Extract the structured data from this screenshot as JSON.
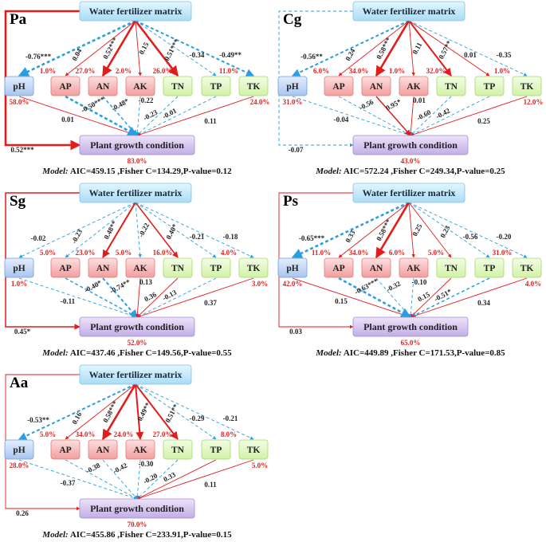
{
  "colors": {
    "positive": "#e41b1b",
    "negative": "#2a9fe0",
    "pct_text": "#e02020",
    "top_fill": "#c9ebfb",
    "ph_fill": "#c7dbf6",
    "a_fill": "#f8bcbc",
    "t_fill": "#e4f8c6",
    "plant_fill": "#d8c6ef"
  },
  "labels": {
    "top": "Water fertilizer matrix",
    "bottom": "Plant growth condition",
    "vars": [
      "pH",
      "AP",
      "AN",
      "AK",
      "TN",
      "TP",
      "TK"
    ]
  },
  "panels": [
    {
      "id": "Pa",
      "name": "Pa",
      "top_coefs": [
        "-0.76***",
        "0.04",
        "0.52***",
        "0.15",
        "0.51***",
        "-0.34",
        "-0.49**"
      ],
      "top_sign": [
        "neg",
        "pos",
        "pos",
        "pos",
        "pos",
        "neg",
        "neg"
      ],
      "pcts": [
        "58.0%",
        "1.0%",
        "27.0%",
        "2.0%",
        "26.0%",
        "",
        "11.0%",
        "24.0%"
      ],
      "bottom_coefs": [
        "0.01",
        "-0.50***",
        "-0.48*",
        "-0.22",
        "-0.23",
        "-0.01",
        "0.11"
      ],
      "bottom_sign": [
        "pos",
        "neg",
        "neg",
        "neg",
        "neg",
        "neg",
        "pos"
      ],
      "direct": "0.52***",
      "direct_sign": "pos",
      "plant_pct": "83.0%",
      "model_prefix": "Model:",
      "model_text": " AIC=459.15 ,Fisher C=134.29,P-value=0.12"
    },
    {
      "id": "Cg",
      "name": "Cg",
      "top_coefs": [
        "-0.56**",
        "0.24",
        "0.58***",
        "0.11",
        "0.57**",
        "0.01",
        "-0.35"
      ],
      "top_sign": [
        "neg",
        "pos",
        "pos",
        "pos",
        "pos",
        "pos",
        "neg"
      ],
      "pcts": [
        "31.0%",
        "6.0%",
        "34.0%",
        "1.0%",
        "32.0%",
        "",
        "1.0%",
        "12.0%"
      ],
      "bottom_coefs": [
        "-0.04",
        "-0.56",
        "0.95*",
        "0.01",
        "-0.60",
        "-0.42",
        "0.25"
      ],
      "bottom_sign": [
        "neg",
        "neg",
        "pos",
        "pos",
        "neg",
        "neg",
        "pos"
      ],
      "direct": "-0.07",
      "direct_sign": "neg",
      "plant_pct": "43.0%",
      "model_prefix": "Model:",
      "model_text": " AIC=572.24 ,Fisher C=249.34,P-value=0.25"
    },
    {
      "id": "Sg",
      "name": "Sg",
      "top_coefs": [
        "-0.02",
        "-0.23",
        "0.48**",
        "-0.22",
        "0.40*",
        "-0.21",
        "-0.18"
      ],
      "top_sign": [
        "neg",
        "neg",
        "pos",
        "neg",
        "pos",
        "neg",
        "neg"
      ],
      "pcts": [
        "1.0%",
        "5.0%",
        "23.0%",
        "5.0%",
        "16.0%",
        "",
        "4.0%",
        "3.0%"
      ],
      "bottom_coefs": [
        "-0.11",
        "-0.40*",
        "-0.74**",
        "0.13",
        "0.36",
        "-0.13",
        "0.37"
      ],
      "bottom_sign": [
        "neg",
        "neg",
        "neg",
        "pos",
        "pos",
        "neg",
        "pos"
      ],
      "direct": "0.45*",
      "direct_sign": "pos",
      "plant_pct": "52.0%",
      "model_prefix": "Model:",
      "model_text": " AIC=437.46 ,Fisher C=149.56,P-value=0.55"
    },
    {
      "id": "Ps",
      "name": "Ps",
      "top_coefs": [
        "-0.65***",
        "0.33",
        "0.58***",
        "0.25",
        "0.23",
        "-0.56",
        "-0.20"
      ],
      "top_sign": [
        "neg",
        "pos",
        "pos",
        "pos",
        "pos",
        "neg",
        "neg"
      ],
      "pcts": [
        "42.0%",
        "11.0%",
        "34.0%",
        "6.0%",
        "5.0%",
        "",
        "31.0%",
        "4.0%"
      ],
      "bottom_coefs": [
        "0.15",
        "-0.63***",
        "-0.32",
        "-0.10",
        "0.15",
        "-0.51*",
        "0.34"
      ],
      "bottom_sign": [
        "pos",
        "neg",
        "neg",
        "neg",
        "pos",
        "neg",
        "pos"
      ],
      "direct": "0.03",
      "direct_sign": "pos",
      "plant_pct": "65.0%",
      "model_prefix": "Model:",
      "model_text": " AIC=449.89 ,Fisher C=171.53,P-value=0.85"
    },
    {
      "id": "Aa",
      "name": "Aa",
      "top_coefs": [
        "-0.53**",
        "0.16",
        "0.58***",
        "0.49**",
        "0.51**",
        "-0.29",
        "-0.21"
      ],
      "top_sign": [
        "neg",
        "pos",
        "pos",
        "pos",
        "pos",
        "neg",
        "neg"
      ],
      "pcts": [
        "28.0%",
        "5.0%",
        "34.0%",
        "24.0%",
        "27.0%",
        "",
        "8.0%",
        "5.0%"
      ],
      "bottom_coefs": [
        "-0.37",
        "-0.38",
        "-0.42",
        "-0.30",
        "-0.20",
        "0.33",
        "0.11"
      ],
      "bottom_sign": [
        "neg",
        "neg",
        "neg",
        "neg",
        "neg",
        "pos",
        "pos"
      ],
      "direct": "0.26",
      "direct_sign": "pos",
      "plant_pct": "70.0%",
      "model_prefix": "Model:",
      "model_text": " AIC=455.86 ,Fisher C=233.91,P-value=0.15"
    }
  ]
}
